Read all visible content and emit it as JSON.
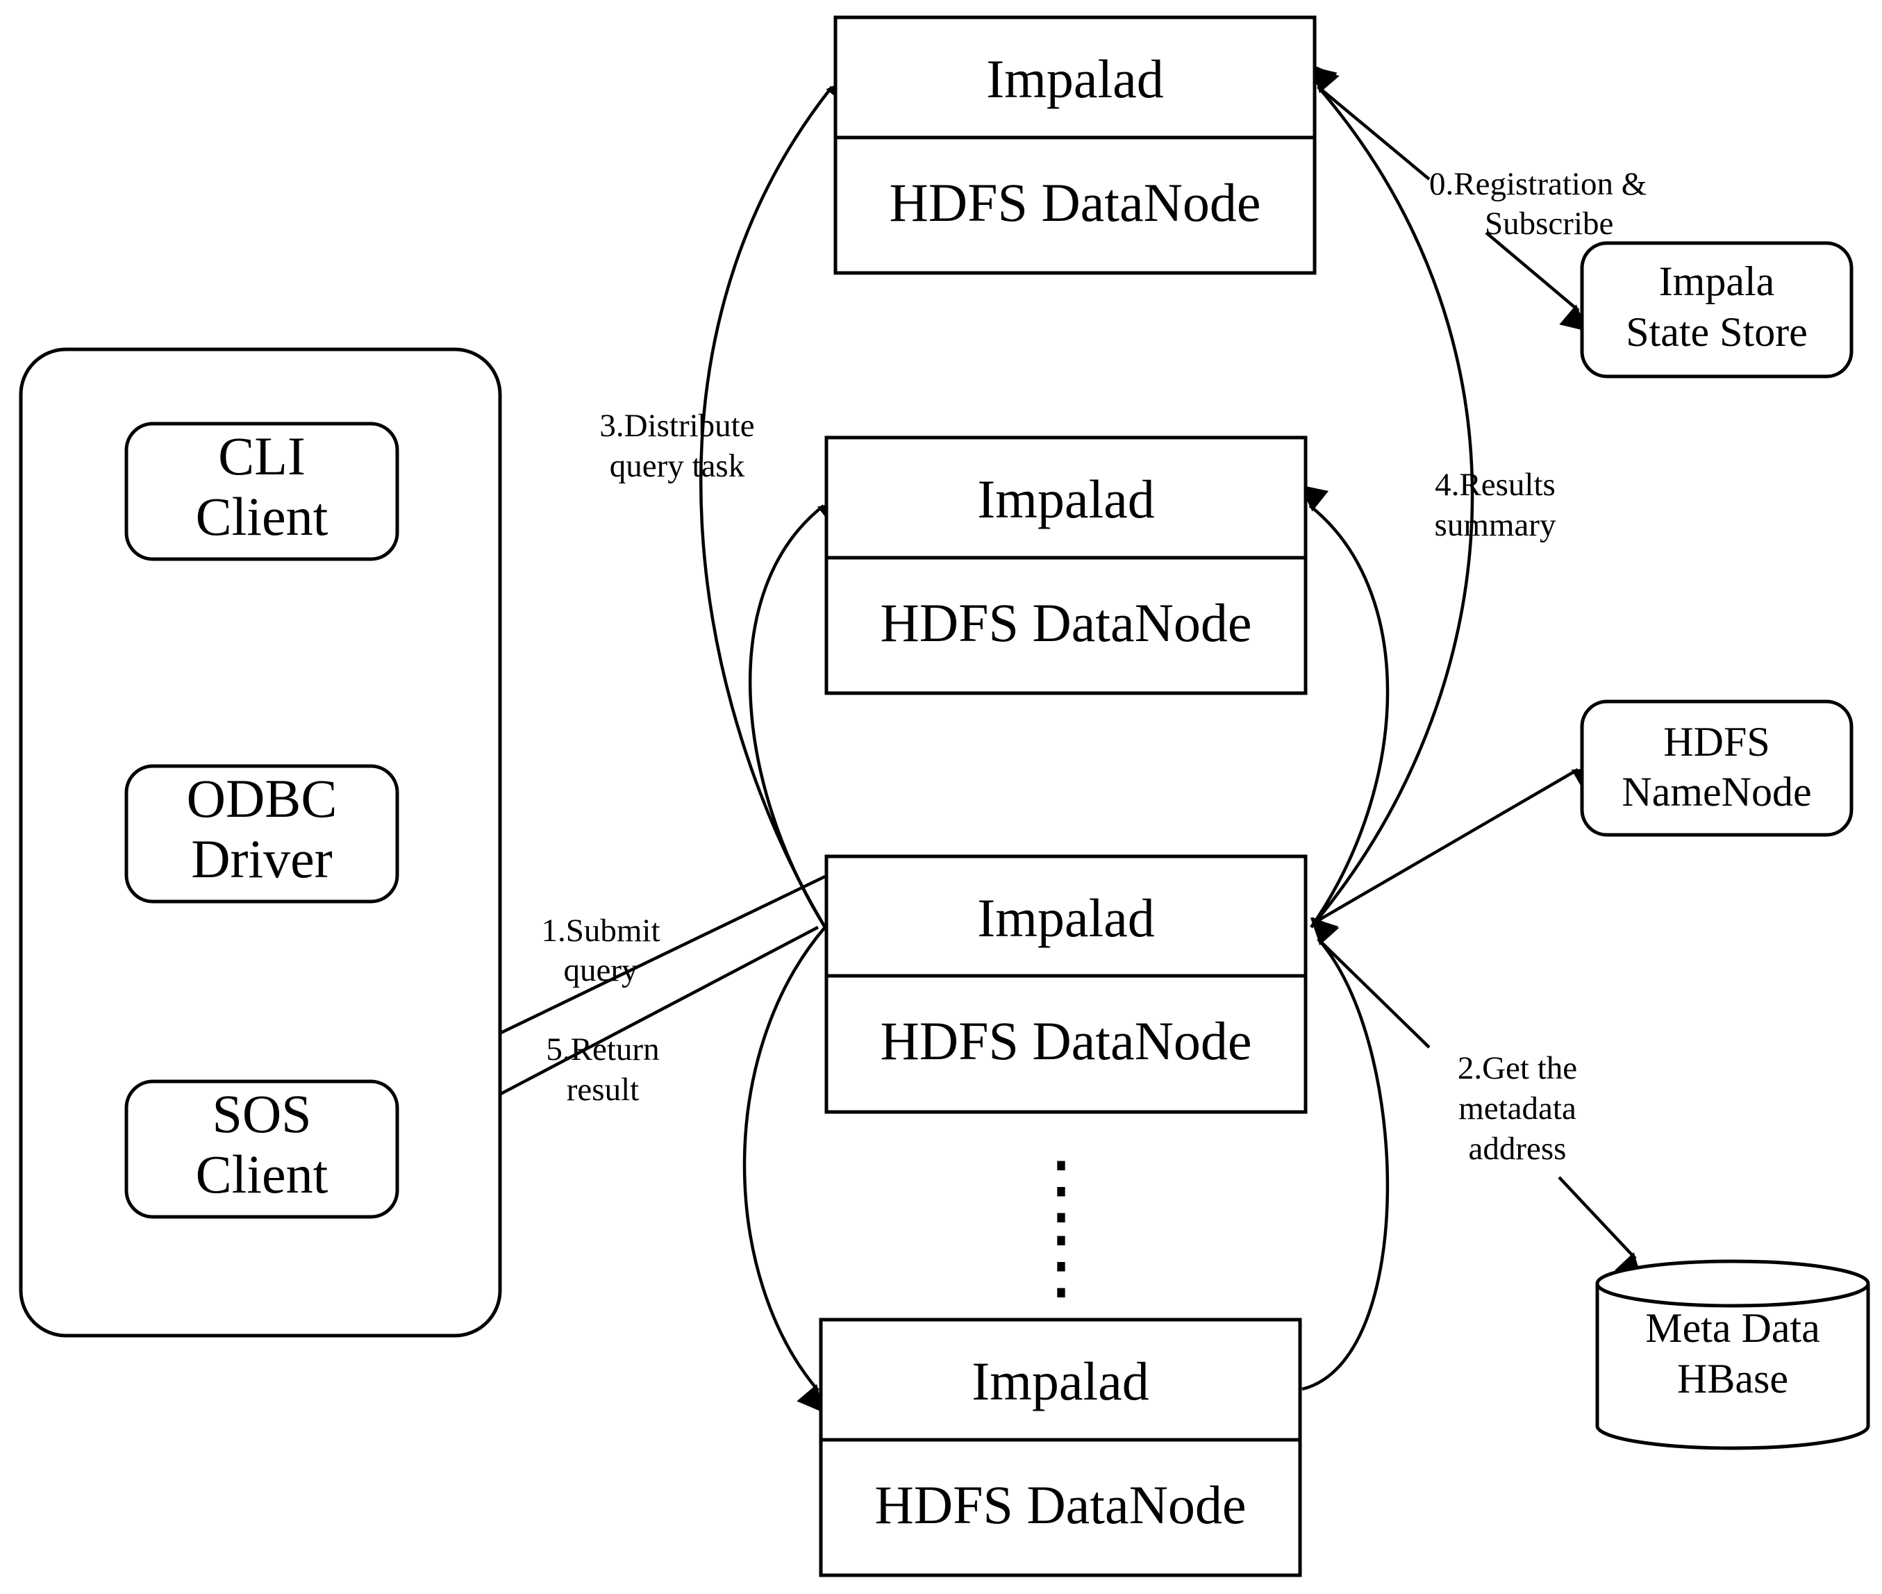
{
  "impalad_nodes": [
    {
      "top": "Impalad",
      "bottom": "HDFS DataNode"
    },
    {
      "top": "Impalad",
      "bottom": "HDFS DataNode"
    },
    {
      "top": "Impalad",
      "bottom": "HDFS DataNode"
    },
    {
      "top": "Impalad",
      "bottom": "HDFS DataNode"
    }
  ],
  "clients": [
    {
      "lines": [
        "CLI",
        "Client"
      ]
    },
    {
      "lines": [
        "ODBC",
        "Driver"
      ]
    },
    {
      "lines": [
        "SOS",
        "Client"
      ]
    }
  ],
  "services": {
    "state_store": {
      "lines": [
        "Impala",
        "State Store"
      ]
    },
    "namenode": {
      "lines": [
        "HDFS",
        "NameNode"
      ]
    },
    "metadata": {
      "lines": [
        "Meta Data",
        "HBase"
      ]
    }
  },
  "edge_labels": {
    "registration": [
      "0.Registration &",
      "Subscribe"
    ],
    "submit": [
      "1.Submit",
      "query"
    ],
    "metadata": [
      "2.Get the",
      "metadata",
      "address"
    ],
    "distribute": [
      "3.Distribute",
      "query task"
    ],
    "results": [
      "4.Results",
      "summary"
    ],
    "return": [
      "5.Return",
      "result"
    ]
  },
  "ellipsis": "⋮"
}
